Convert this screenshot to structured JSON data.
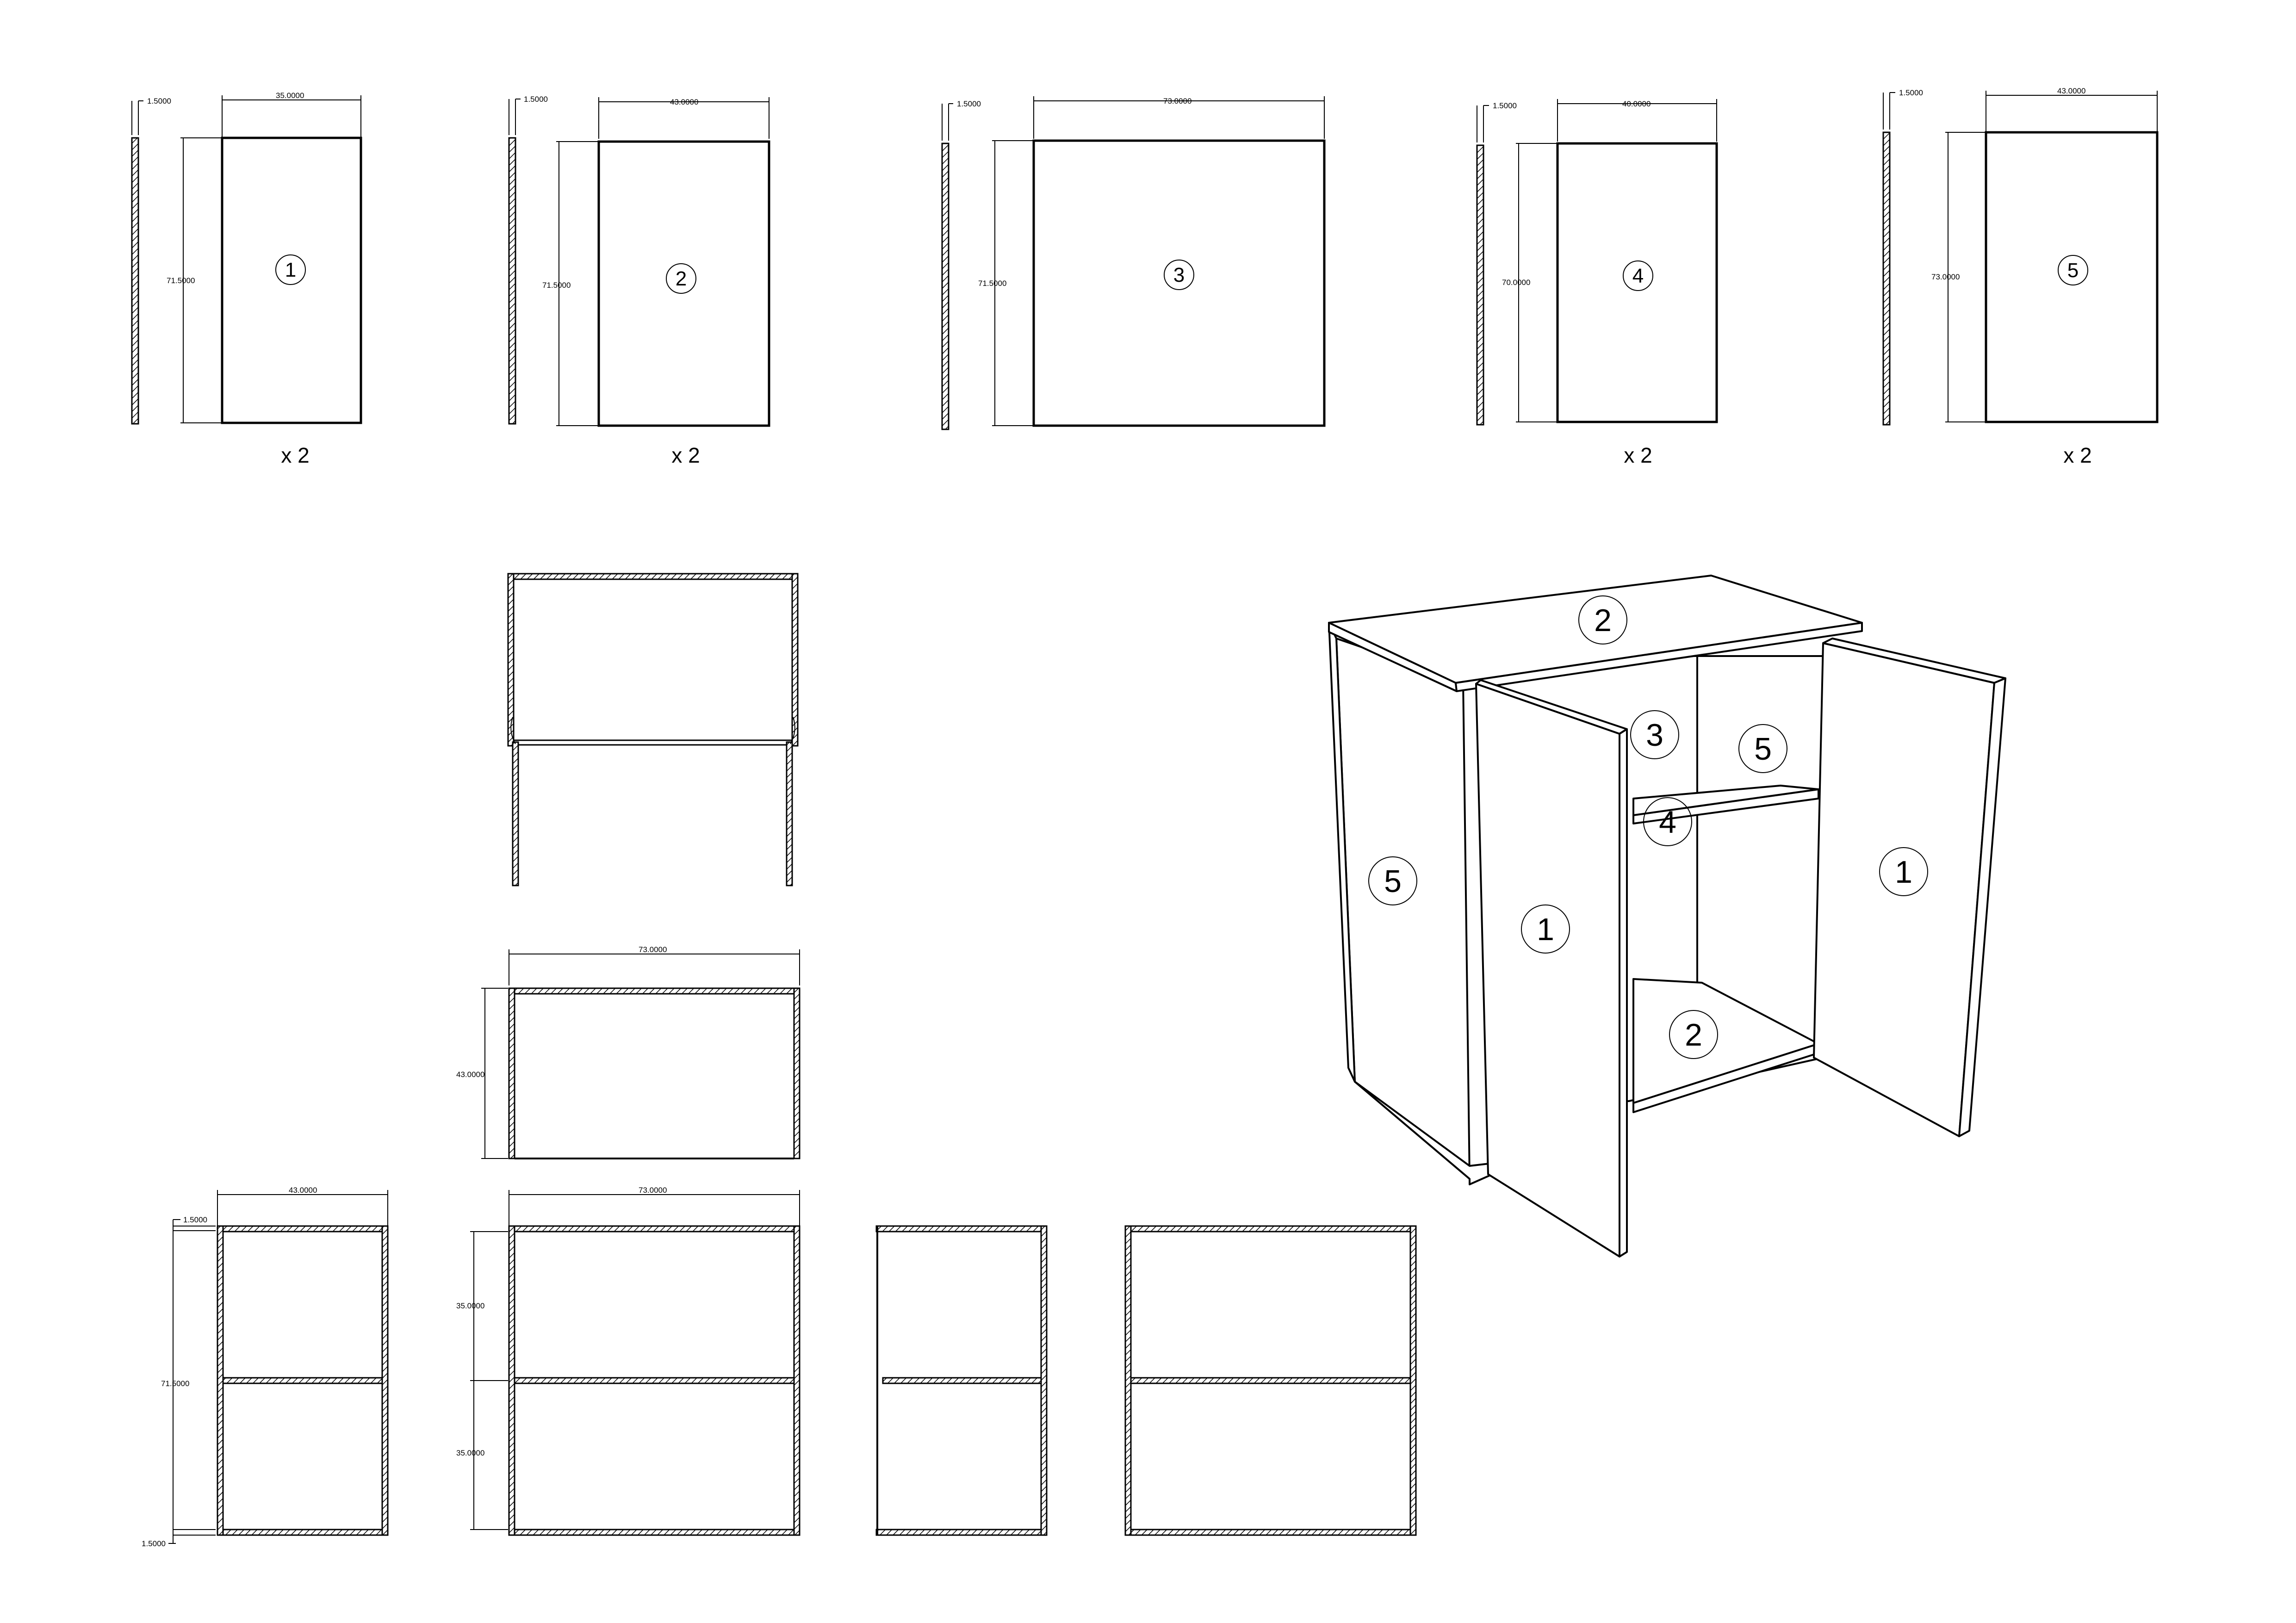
{
  "panels": [
    {
      "number": "1",
      "width": "35.0000",
      "height": "71.5000",
      "thickness": "1.5000",
      "quantity": "x 2"
    },
    {
      "number": "2",
      "width": "43.0000",
      "height": "71.5000",
      "thickness": "1.5000",
      "quantity": "x 2"
    },
    {
      "number": "3",
      "width": "73.0000",
      "height": "71.5000",
      "thickness": "1.5000",
      "quantity": ""
    },
    {
      "number": "4",
      "width": "40.0000",
      "height": "70.0000",
      "thickness": "1.5000",
      "quantity": "x 2"
    },
    {
      "number": "5",
      "width": "43.0000",
      "height": "73.0000",
      "thickness": "1.5000",
      "quantity": "x 2"
    }
  ],
  "plan_view": {
    "width": "73.0000",
    "depth": "43.0000"
  },
  "side_section": {
    "width": "43.0000",
    "height": "71.5000",
    "top_thickness": "1.5000",
    "bottom_thickness": "1.5000"
  },
  "front_section": {
    "width": "73.0000",
    "upper_height": "35.0000",
    "lower_height": "35.0000"
  },
  "isometric_labels": {
    "top": "2",
    "left_side": "5",
    "left_door": "1",
    "back_panel_upper": "3",
    "back_side": "5",
    "shelf": "4",
    "right_door": "1",
    "bottom": "2"
  }
}
